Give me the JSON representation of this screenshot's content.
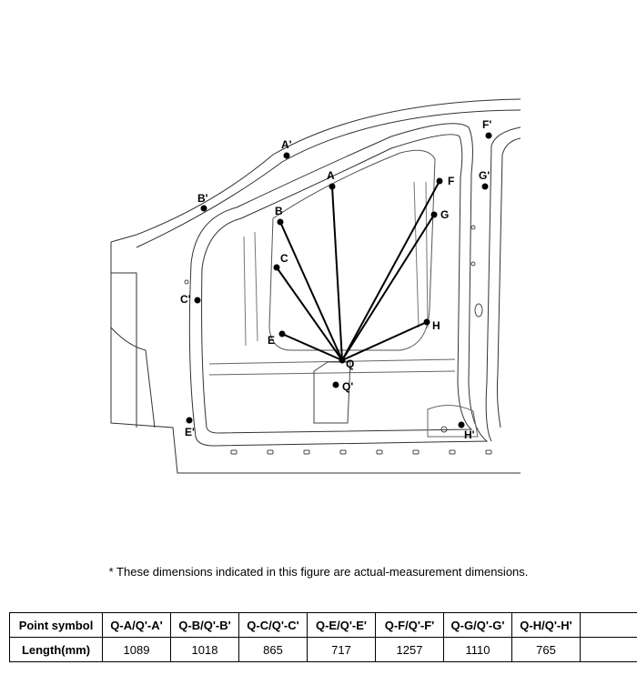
{
  "figure": {
    "points": [
      {
        "id": "A",
        "label": "A"
      },
      {
        "id": "B",
        "label": "B"
      },
      {
        "id": "C",
        "label": "C"
      },
      {
        "id": "E",
        "label": "E"
      },
      {
        "id": "F",
        "label": "F"
      },
      {
        "id": "G",
        "label": "G"
      },
      {
        "id": "H",
        "label": "H"
      },
      {
        "id": "Q",
        "label": "Q"
      },
      {
        "id": "A2",
        "label": "A'"
      },
      {
        "id": "B2",
        "label": "B'"
      },
      {
        "id": "C2",
        "label": "C'"
      },
      {
        "id": "E2",
        "label": "E'"
      },
      {
        "id": "F2",
        "label": "F'"
      },
      {
        "id": "G2",
        "label": "G'"
      },
      {
        "id": "H2",
        "label": "H'"
      },
      {
        "id": "Q2",
        "label": "Q'"
      }
    ]
  },
  "note": "*  These dimensions indicated in this figure are actual-measurement dimensions.",
  "table": {
    "header": [
      "Point symbol",
      "Q-A/Q'-A'",
      "Q-B/Q'-B'",
      "Q-C/Q'-C'",
      "Q-E/Q'-E'",
      "Q-F/Q'-F'",
      "Q-G/Q'-G'",
      "Q-H/Q'-H'",
      ""
    ],
    "row": [
      "Length(mm)",
      "1089",
      "1018",
      "865",
      "717",
      "1257",
      "1110",
      "765",
      ""
    ]
  }
}
